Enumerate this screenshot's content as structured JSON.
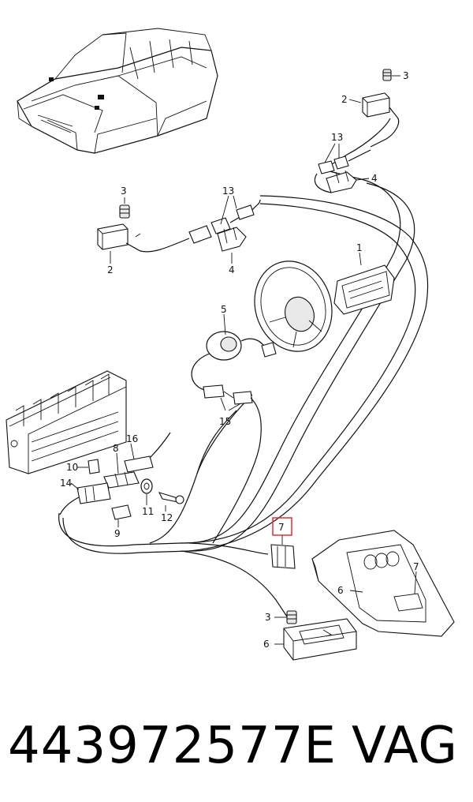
{
  "callouts": [
    {
      "id": "c3a",
      "text": "3"
    },
    {
      "id": "c2a",
      "text": "2"
    },
    {
      "id": "c13a",
      "text": "13"
    },
    {
      "id": "c4a",
      "text": "4"
    },
    {
      "id": "c3b",
      "text": "3"
    },
    {
      "id": "c13b",
      "text": "13"
    },
    {
      "id": "c2b",
      "text": "2"
    },
    {
      "id": "c4b",
      "text": "4"
    },
    {
      "id": "c1",
      "text": "1"
    },
    {
      "id": "c5",
      "text": "5"
    },
    {
      "id": "c15",
      "text": "15"
    },
    {
      "id": "c16",
      "text": "16"
    },
    {
      "id": "c8",
      "text": "8"
    },
    {
      "id": "c10",
      "text": "10"
    },
    {
      "id": "c14",
      "text": "14"
    },
    {
      "id": "c11",
      "text": "11"
    },
    {
      "id": "c12",
      "text": "12"
    },
    {
      "id": "c9",
      "text": "9"
    },
    {
      "id": "c7a",
      "text": "7"
    },
    {
      "id": "c7b",
      "text": "7"
    },
    {
      "id": "c6a",
      "text": "6"
    },
    {
      "id": "c3c",
      "text": "3"
    },
    {
      "id": "c6b",
      "text": "6"
    }
  ],
  "footer": {
    "part_number": "443972577E",
    "brand": "VAG"
  },
  "colors": {
    "highlight": "#e0303a",
    "line": "#111111"
  }
}
